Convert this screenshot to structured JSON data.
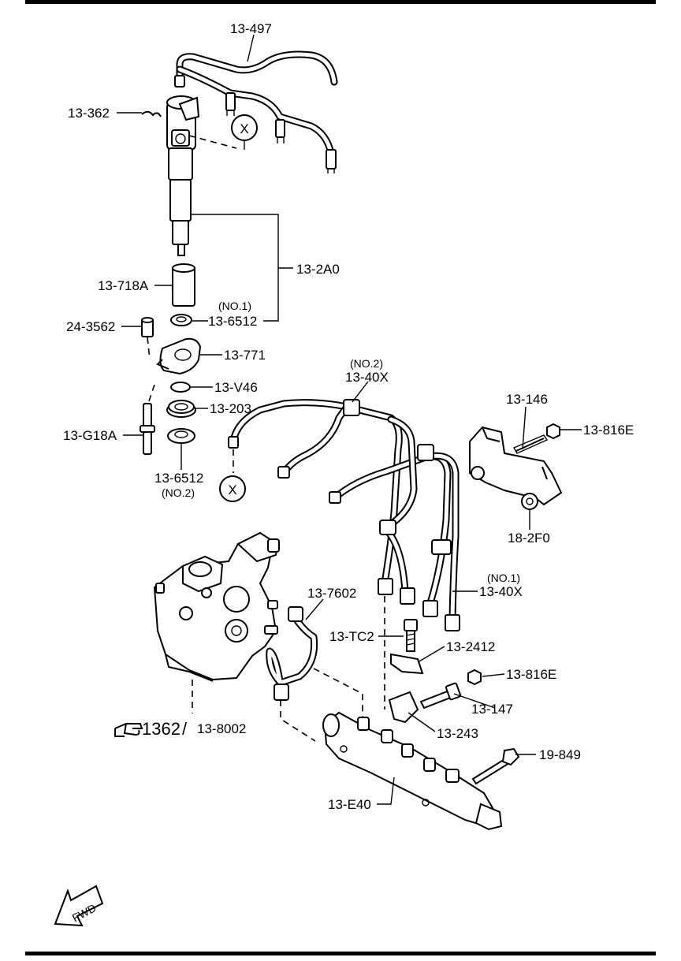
{
  "labels": {
    "pipe_497": "13-497",
    "clip_362": "13-362",
    "injector_2a0": "13-2A0",
    "sleeve_718a": "13-718A",
    "washer_no1_note": "(NO.1)",
    "washer_6512_a": "13-6512",
    "pin_3562": "24-3562",
    "clamp_771": "13-771",
    "oring_v46": "13-V46",
    "seal_203": "13-203",
    "bolt_g18a": "13-G18A",
    "washer_6512_b": "13-6512",
    "washer_no2_note": "(NO.2)",
    "pipe_no2_note": "(NO.2)",
    "pipe_40x_a": "13-40X",
    "bracket_146": "13-146",
    "nut_816e_a": "13-816E",
    "mount_2f0": "18-2F0",
    "pipe_no1_note": "(NO.1)",
    "pipe_40x_b": "13-40X",
    "pipe_7602": "13-7602",
    "bolt_tc2": "13-TC2",
    "bracket_2412": "13-2412",
    "nut_816e_b": "13-816E",
    "stud_147": "13-147",
    "bracket_243": "13-243",
    "bolt_849": "19-849",
    "rail_e40": "13-E40",
    "pump_ref_main": "1362",
    "pump_ref_sep": "/",
    "pump_ref_sub": "13-8002",
    "marker_x": "X",
    "fwd": "FWD"
  },
  "icons": {
    "pointing_hand": "pointing-hand-icon",
    "fwd_arrow": "fwd-arrow-icon"
  },
  "colors": {
    "ink": "#000000",
    "paper": "#ffffff"
  }
}
